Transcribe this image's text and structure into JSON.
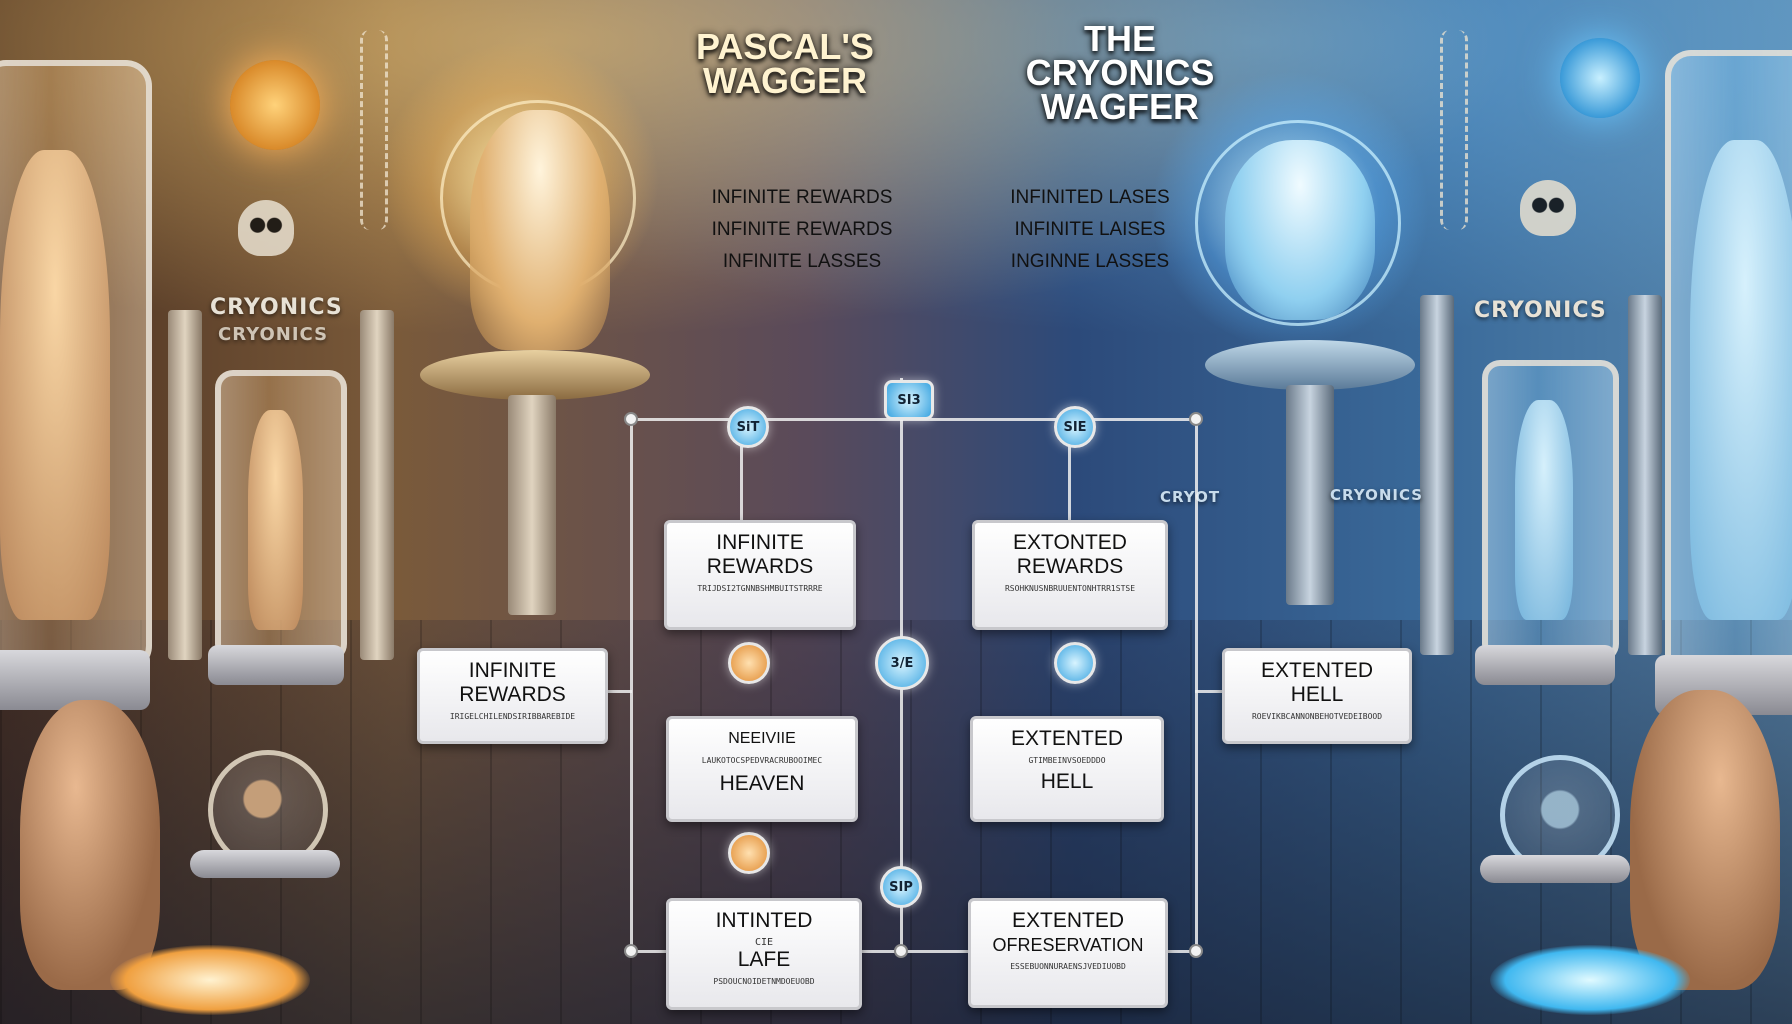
{
  "titles": {
    "left": "PASCAL'S WAGGER",
    "right": "THE CRYONICS WAGFER"
  },
  "claims": {
    "left": [
      "INFINITE REWARDS",
      "INFINITE REWARDS",
      "INFINITE LASSES"
    ],
    "right": [
      "INFINITED LASES",
      "INFINITE LAISES",
      "INGINNE LASSES"
    ]
  },
  "pillar_labels": {
    "left_top": "CRYONICS",
    "left_bottom": "CRYONICS",
    "right": "CRYONICS",
    "center_left": "CRYOT",
    "center_right": "CRYONICS"
  },
  "nodes": [
    "SiT",
    "SI3",
    "SIE",
    "",
    "3/E",
    "",
    "",
    "SIP"
  ],
  "cards": {
    "left_outer": {
      "head": "INFINITE REWARDS",
      "sub": "IRIGELCHILENDSIRIBBAREBIDE"
    },
    "center_left_top": {
      "head": "INFINITE REWARDS",
      "sub": "TRIJDSI2TGNNBSHMBUITSTRRRE"
    },
    "center_left_mid": {
      "head": "NEEIVIIE",
      "sub": "LAUKOTOCSPEDVRACRUBOOIMEC",
      "foot": "HEAVEN"
    },
    "center_left_bot": {
      "head": "INTINTED",
      "sub": "CIE",
      "foot": "LAFE",
      "sub2": "PSDOUCNOIDETNMDOEUOBD"
    },
    "center_right_top": {
      "head": "EXTONTED REWARDS",
      "sub": "RSOHKNUSNBRUUENTONHTRR1STSE"
    },
    "center_right_mid": {
      "head": "EXTENTED",
      "sub": "GTIMBEINVSOEDDDO",
      "foot": "HELL"
    },
    "center_right_bot": {
      "head": "EXTENTED",
      "foot": "OFRESERVATION",
      "sub": "ESSEBUONNURAENSJVEDIUOBD"
    },
    "right_outer": {
      "head": "EXTENTED HELL",
      "sub": "ROEVIKBCANNONBEHOTVEDEIBOOD"
    }
  }
}
